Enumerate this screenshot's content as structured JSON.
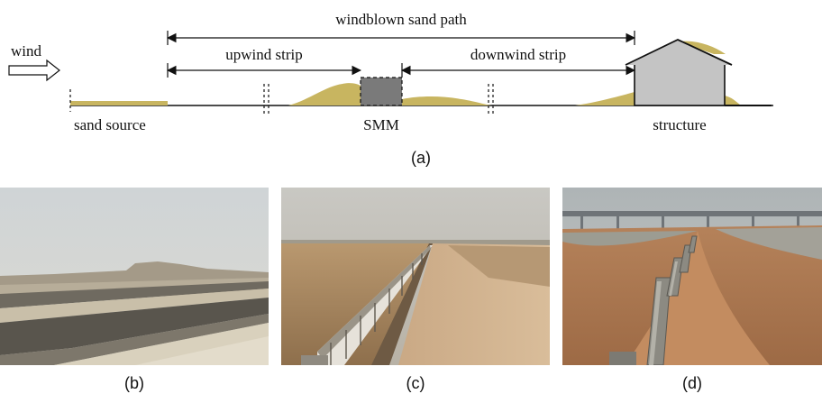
{
  "diagram": {
    "wind_label": "wind",
    "path_label": "windblown sand path",
    "upwind_label": "upwind strip",
    "downwind_label": "downwind strip",
    "source_label": "sand source",
    "smm_label": "SMM",
    "structure_label": "structure",
    "caption": "(a)"
  },
  "photos": [
    {
      "caption": "(b)",
      "scene": "earth-berm"
    },
    {
      "caption": "(c)",
      "scene": "fence-dune"
    },
    {
      "caption": "(d)",
      "scene": "panel-fence"
    }
  ],
  "colors": {
    "sand": "#c8b560",
    "smm": "#7a7a7a",
    "structure": "#c4c4c4",
    "line": "#111111"
  }
}
